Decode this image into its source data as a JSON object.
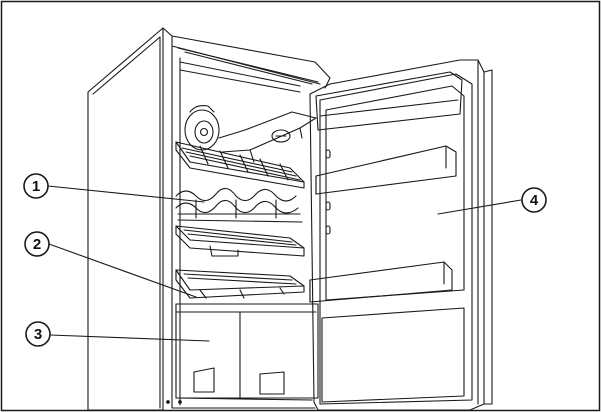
{
  "colors": {
    "line": "#1a1a1a",
    "background": "#ffffff",
    "callout_fill": "#ffffff"
  },
  "callouts": [
    {
      "id": "callout-1",
      "label": "1"
    },
    {
      "id": "callout-2",
      "label": "2"
    },
    {
      "id": "callout-3",
      "label": "3"
    },
    {
      "id": "callout-4",
      "label": "4"
    }
  ]
}
